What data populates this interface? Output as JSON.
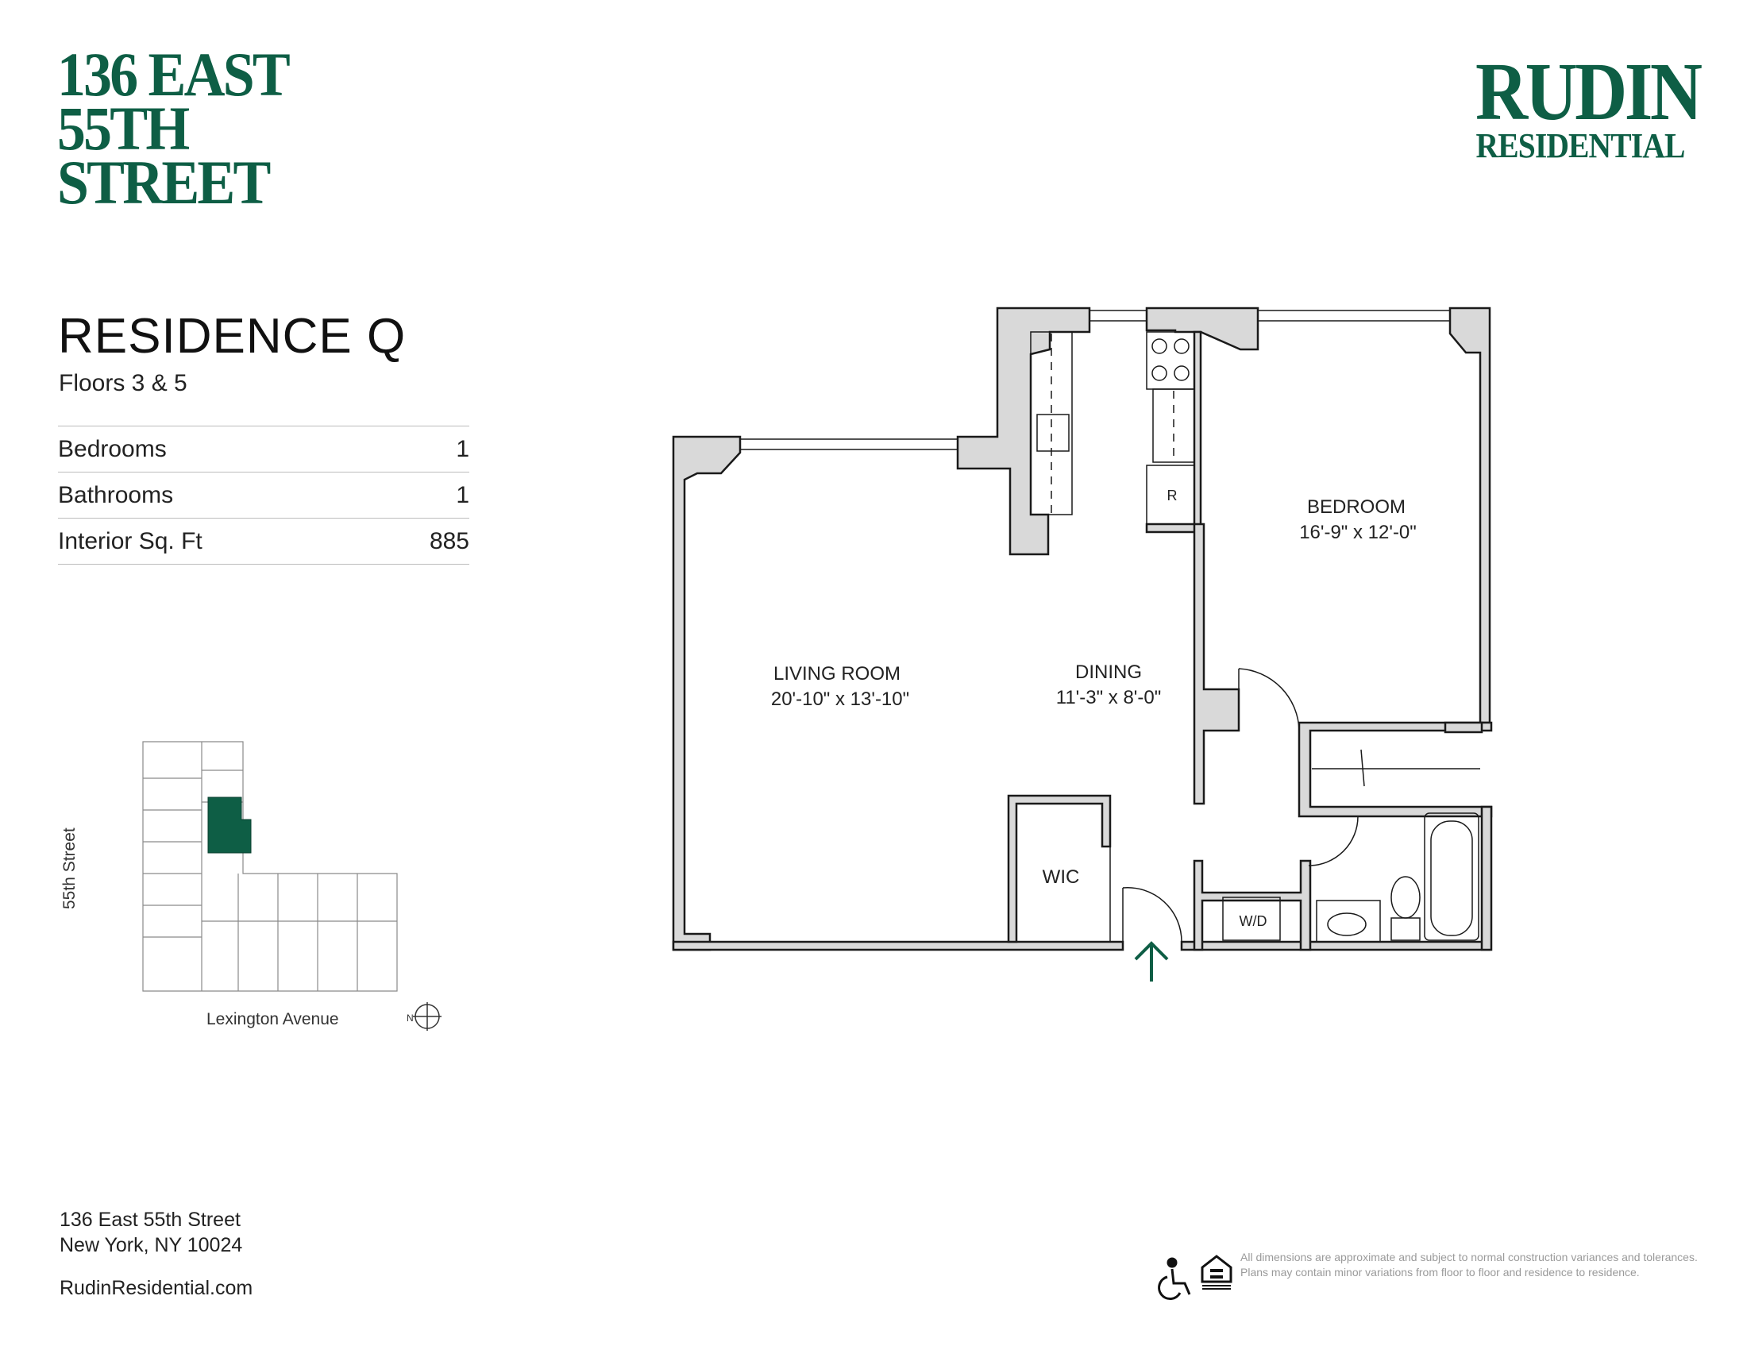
{
  "building": {
    "line1": "136 EAST",
    "line2": "55TH",
    "line3": "STREET"
  },
  "brand": {
    "name": "RUDIN",
    "sub": "RESIDENTIAL"
  },
  "residence": {
    "title": "RESIDENCE Q",
    "floors": "Floors 3 & 5"
  },
  "specs": [
    {
      "label": "Bedrooms",
      "value": "1"
    },
    {
      "label": "Bathrooms",
      "value": "1"
    },
    {
      "label": "Interior Sq. Ft",
      "value": "885"
    }
  ],
  "rooms": {
    "living": {
      "name": "LIVING ROOM",
      "dims": "20'-10\" x 13'-10\""
    },
    "dining": {
      "name": "DINING",
      "dims": "11'-3\" x 8'-0\""
    },
    "bedroom": {
      "name": "BEDROOM",
      "dims": "16'-9\" x 12'-0\""
    },
    "wic": "WIC",
    "wd": "W/D",
    "fridge": "R"
  },
  "keyplan": {
    "street": "55th Street",
    "avenue": "Lexington Avenue",
    "north": "N"
  },
  "address": {
    "line1": "136 East 55th Street",
    "line2": "New York, NY 10024",
    "website": "RudinResidential.com"
  },
  "disclaimer": "All dimensions are approximate and subject to normal construction variances and tolerances. Plans may contain minor variations from floor to floor and residence to residence.",
  "colors": {
    "brand_green": "#0e5e45",
    "wall_fill": "#d9d9d9",
    "wall_stroke": "#1a1a1a"
  }
}
